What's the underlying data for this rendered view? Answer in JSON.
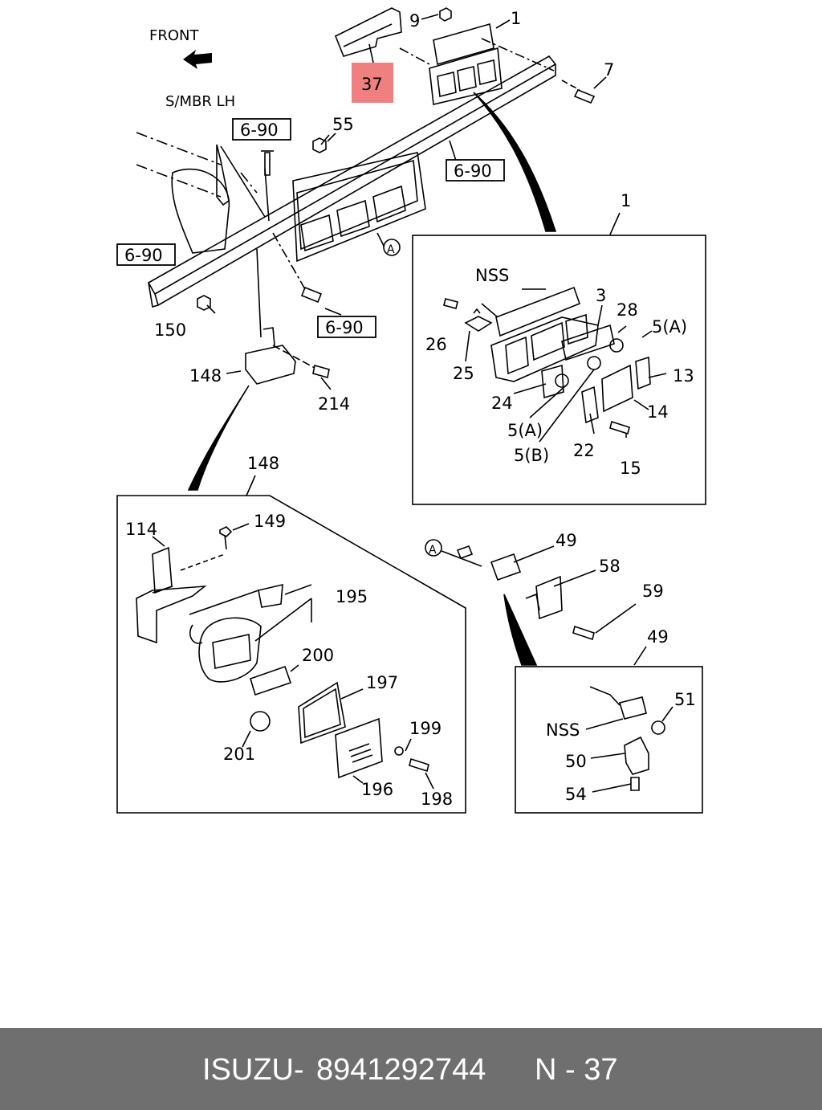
{
  "diagram": {
    "labels": {
      "front": "FRONT",
      "smbr": "S/MBR  LH",
      "ref_6_90": "6-90",
      "a": "A",
      "nss": "NSS",
      "p1": "1",
      "p3": "3",
      "p5a": "5(A)",
      "p5b": "5(B)",
      "p7": "7",
      "p9": "9",
      "p13": "13",
      "p14": "14",
      "p15": "15",
      "p22": "22",
      "p24": "24",
      "p25": "25",
      "p26": "26",
      "p28": "28",
      "p37": "37",
      "p49": "49",
      "p50": "50",
      "p51": "51",
      "p54": "54",
      "p55": "55",
      "p58": "58",
      "p59": "59",
      "p114": "114",
      "p148": "148",
      "p149": "149",
      "p150": "150",
      "p195": "195",
      "p196": "196",
      "p197": "197",
      "p198": "198",
      "p199": "199",
      "p200": "200",
      "p201": "201",
      "p214": "214"
    },
    "highlight_color": "#f08080"
  },
  "footer": {
    "brand": "ISUZU",
    "separator": "-",
    "part_number": "8941292744",
    "ref_page": "N - 37",
    "background_color": "#6f6f6f"
  }
}
